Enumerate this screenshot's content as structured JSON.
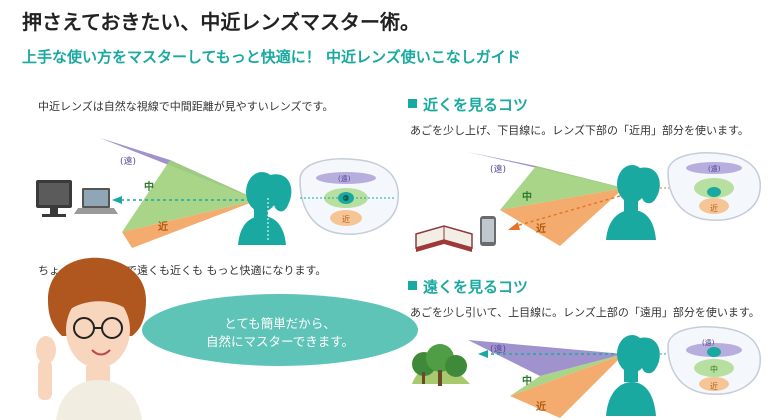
{
  "header": {
    "title": "押さえておきたい、中近レンズマスター術。",
    "subtitle": "上手な使い方をマスターしてもっと快適に！ 中近レンズ使いこなしガイド"
  },
  "left": {
    "intro": "中近レンズは自然な視線で中間距離が見やすいレンズです。",
    "tip": "ちょっとしたコツで遠くも近くも もっと快適になります。",
    "bubble_line1": "とても簡単だから、",
    "bubble_line2": "自然にマスターできます。"
  },
  "near_section": {
    "heading": "近くを見るコツ",
    "desc": "あごを少し上げ、下目線に。レンズ下部の「近用」部分を使います。"
  },
  "far_section": {
    "heading": "遠くを見るコツ",
    "desc": "あごを少し引いて、上目線に。レンズ上部の「遠用」部分を使います。"
  },
  "zones": {
    "far": "(遠)",
    "mid": "中",
    "near": "近"
  },
  "colors": {
    "accent": "#1aa9a0",
    "far_zone": "#8f7fc4",
    "mid_zone": "#9fd07a",
    "near_zone": "#f3a35e",
    "bubble": "#5ec4b8"
  }
}
